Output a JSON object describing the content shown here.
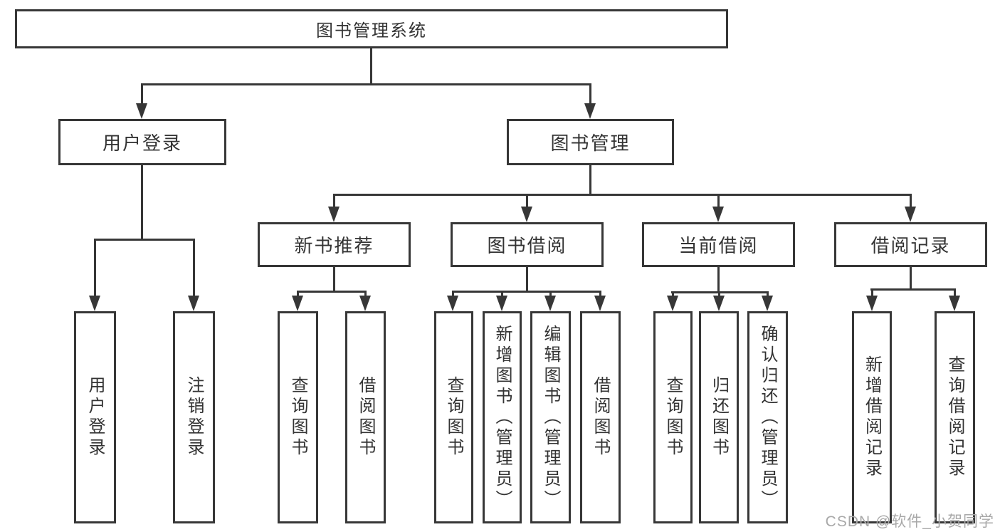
{
  "tree": {
    "root": "图书管理系统",
    "level2": {
      "user_login": "用户登录",
      "book_management": "图书管理"
    },
    "level3": {
      "new_book_recommendation": "新书推荐",
      "book_borrowing": "图书借阅",
      "current_borrowing": "当前借阅",
      "borrowing_records": "借阅记录"
    },
    "leaves": {
      "user_login": "用户登录",
      "logout": "注销登录",
      "recommend_query_books": "查询图书",
      "recommend_borrow_books": "借阅图书",
      "borrowing_query_books": "查询图书",
      "borrowing_add_books_admin": "新增图书（管理员）",
      "borrowing_edit_books_admin": "编辑图书（管理员）",
      "borrowing_borrow_books": "借阅图书",
      "current_query_books": "查询图书",
      "current_return_books": "归还图书",
      "current_confirm_return_admin": "确认归还（管理员）",
      "records_add_borrow_record": "新增借阅记录",
      "records_query_borrow_record": "查询借阅记录"
    }
  },
  "watermark": "CSDN @软件_小贺同学",
  "colors": {
    "line": "#373737",
    "text": "#333333",
    "watermark": "#a8a8a8",
    "background": "#ffffff"
  }
}
